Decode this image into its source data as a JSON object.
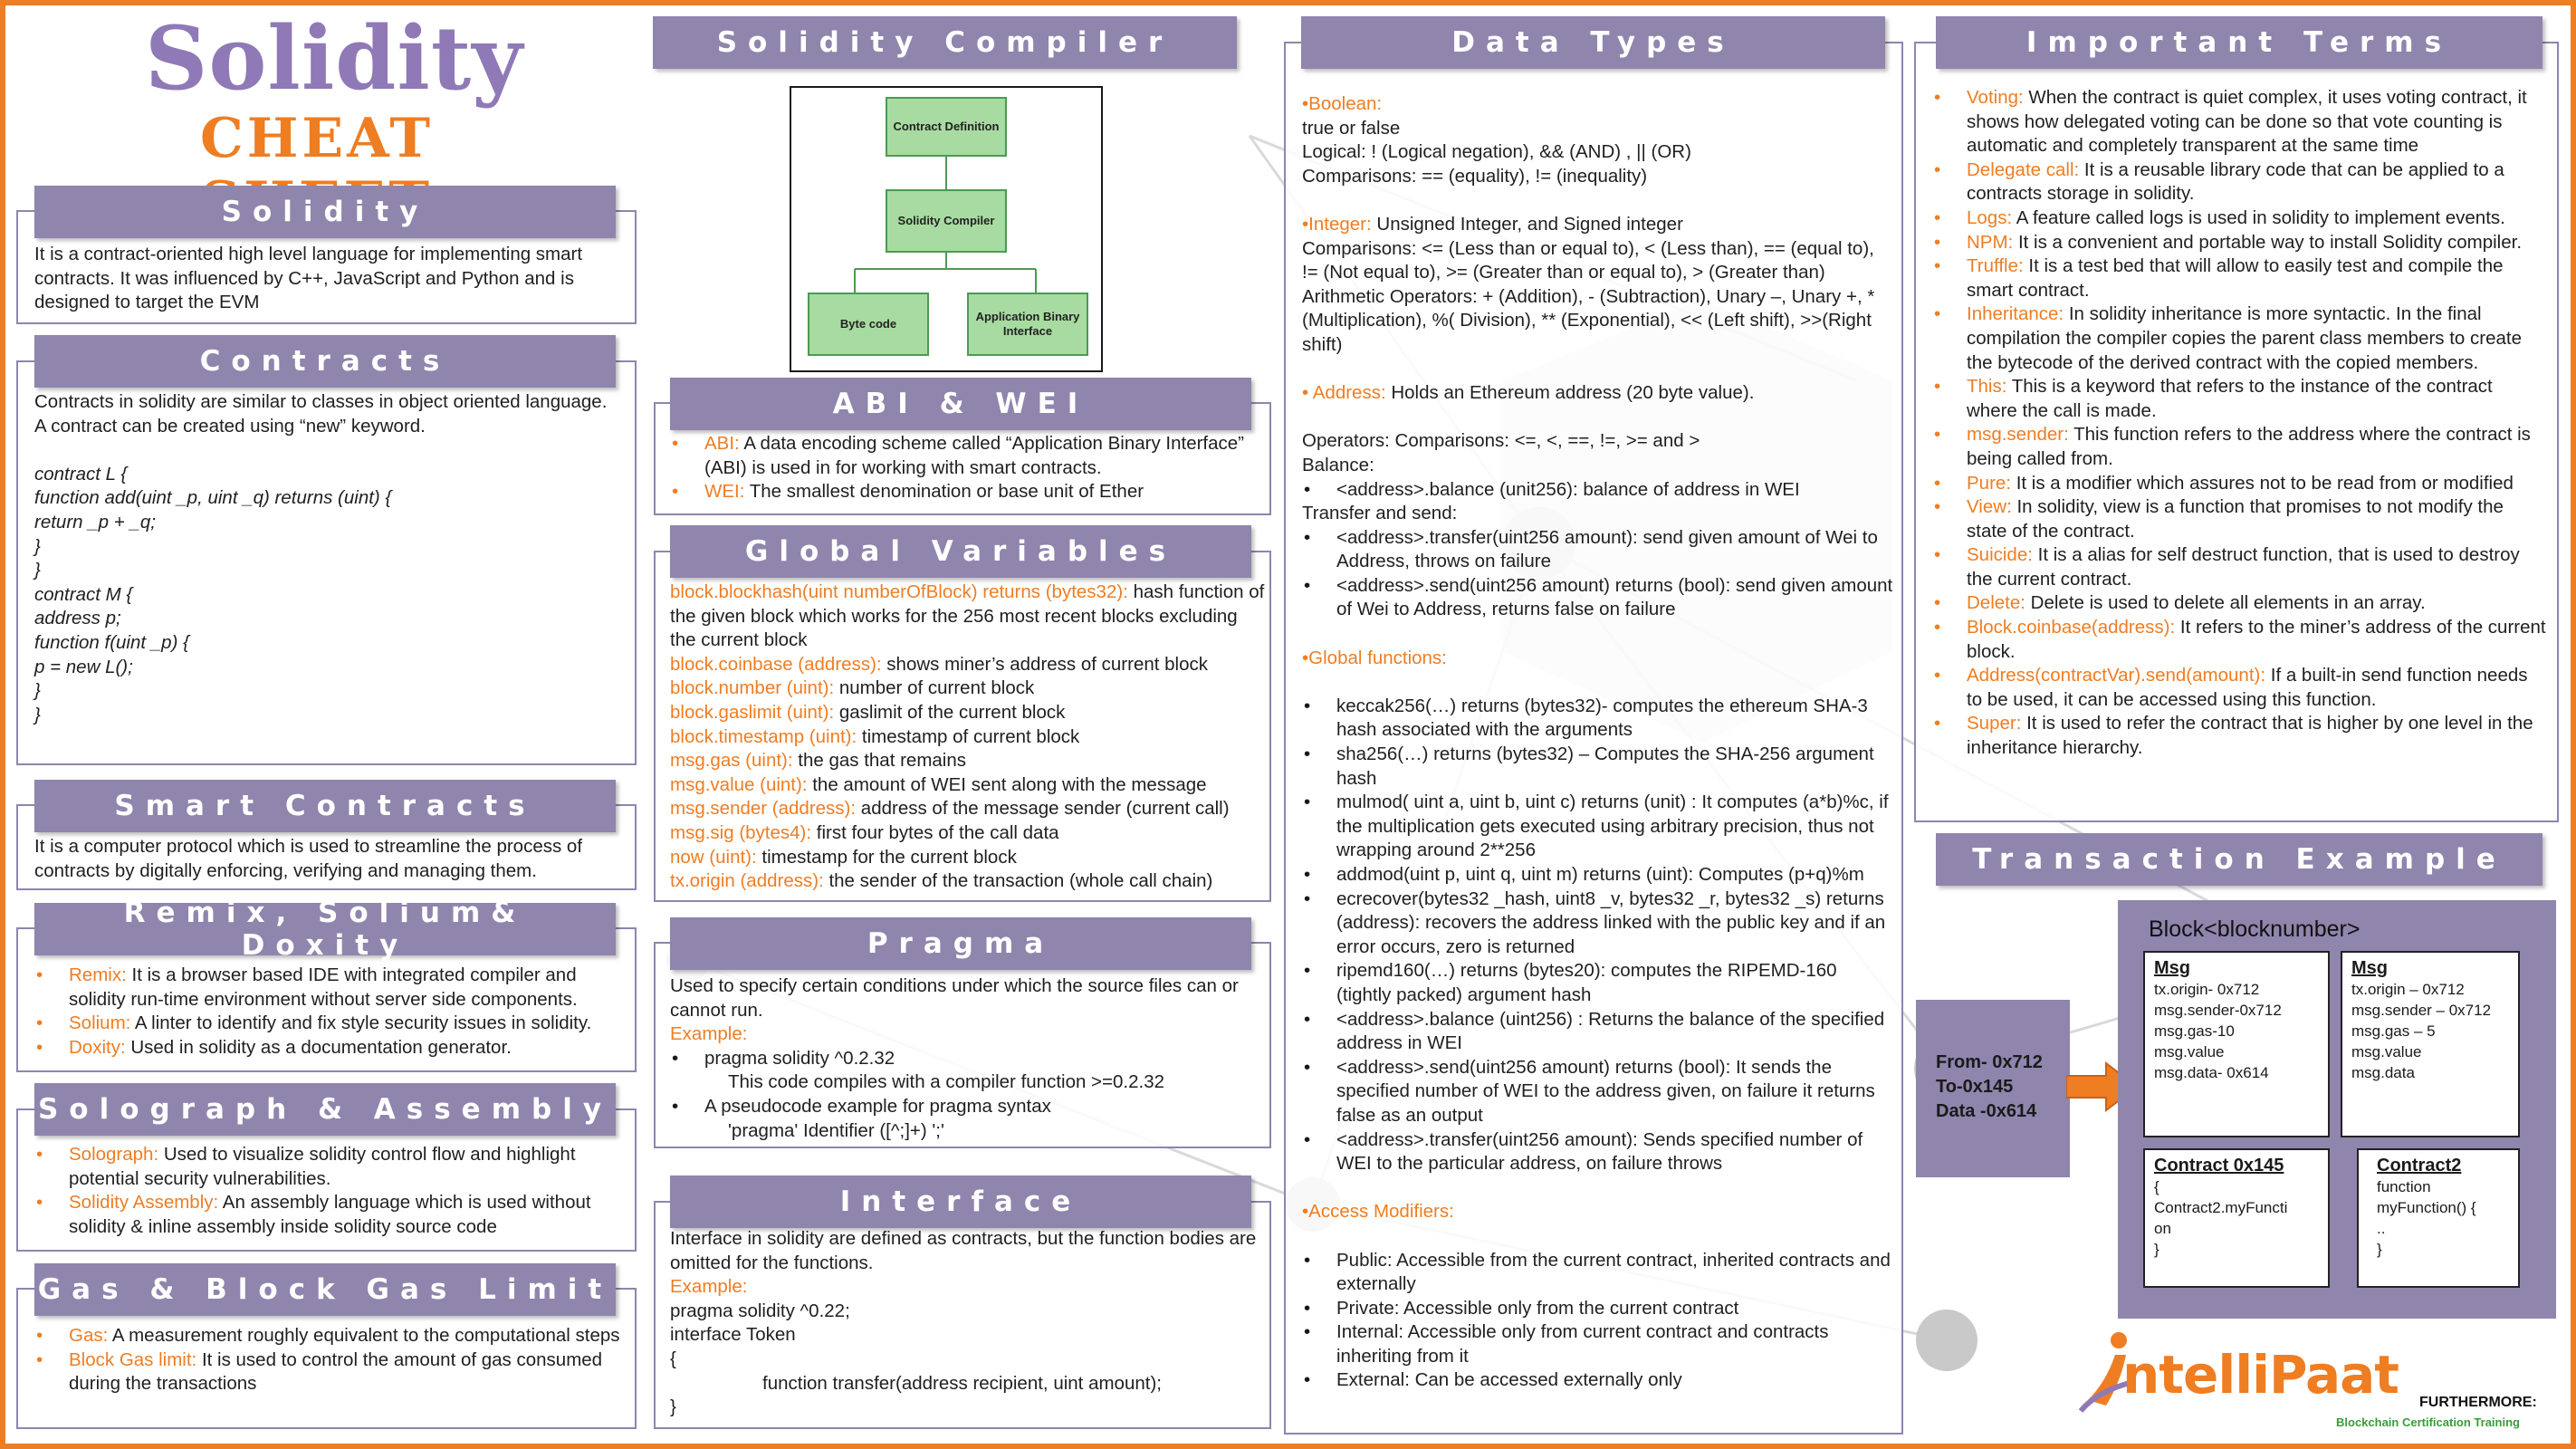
{
  "title": {
    "line1": "Solidity",
    "line2": "CHEAT SHEET"
  },
  "solidity": {
    "heading": "Solidity",
    "body": "It is a contract-oriented high level language for implementing smart contracts. It was influenced by C++, JavaScript and Python and is designed to target the EVM"
  },
  "contracts": {
    "heading": "Contracts",
    "intro": [
      "Contracts in solidity are similar to classes in object oriented language.",
      "A contract can be created using “new” keyword."
    ],
    "code": [
      "contract L {",
      "function add(uint _p, uint _q) returns (uint) {",
      "return _p + _q;",
      "}",
      "}",
      "contract M {",
      "address p;",
      "function f(uint _p) {",
      "p = new L();",
      "}",
      "}"
    ]
  },
  "smart_contracts": {
    "heading": "Smart Contracts",
    "body": "It is a computer protocol which is used to streamline the process of contracts by digitally enforcing, verifying and managing them."
  },
  "remix": {
    "heading": "Remix, Solium& Doxity",
    "items": [
      {
        "term": "Remix:",
        "desc": " It is a browser based IDE with integrated compiler and solidity run-time environment without server side components."
      },
      {
        "term": "Solium:",
        "desc": " A linter to identify and fix style security issues in solidity."
      },
      {
        "term": "Doxity:",
        "desc": " Used in solidity as a documentation generator."
      }
    ]
  },
  "solograph": {
    "heading": "Solograph & Assembly",
    "items": [
      {
        "term": "Solograph:",
        "desc": " Used to visualize solidity control flow and highlight potential security vulnerabilities."
      },
      {
        "term": "Solidity Assembly:",
        "desc": " An assembly language which is used without solidity & inline assembly inside solidity source code"
      }
    ]
  },
  "gas": {
    "heading": "Gas & Block Gas Limit",
    "items": [
      {
        "term": "Gas:",
        "desc": " A measurement roughly equivalent to the computational steps"
      },
      {
        "term": "Block Gas limit:",
        "desc": " It is used to control the amount of gas consumed during the transactions"
      }
    ]
  },
  "compiler": {
    "heading": "Solidity Compiler",
    "nodes": [
      "Contract Definition",
      "Solidity Compiler",
      "Byte code",
      "Application Binary Interface"
    ]
  },
  "abi": {
    "heading": "ABI & WEI",
    "items": [
      {
        "term": "ABI:",
        "desc": " A data encoding scheme called “Application Binary Interface” (ABI) is used in for working with smart contracts."
      },
      {
        "term": "WEI:",
        "desc": " The smallest denomination or base unit of Ether"
      }
    ]
  },
  "global_vars": {
    "heading": "Global Variables",
    "items": [
      {
        "term": "block.blockhash(uint numberOfBlock) returns (bytes32):",
        "desc": " hash function of the given block which works for the 256 most recent blocks excluding the current block"
      },
      {
        "term": "block.coinbase (address):",
        "desc": " shows miner’s address of current block"
      },
      {
        "term": "block.number (uint):",
        "desc": " number of current block"
      },
      {
        "term": "block.gaslimit (uint):",
        "desc": " gaslimit of the current block"
      },
      {
        "term": "block.timestamp (uint):",
        "desc": " timestamp of current block"
      },
      {
        "term": "msg.gas (uint):",
        "desc": " the gas that remains"
      },
      {
        "term": "msg.value (uint):",
        "desc": " the amount of WEI sent along with the message"
      },
      {
        "term": "msg.sender (address):",
        "desc": " address of the message sender (current call)"
      },
      {
        "term": "msg.sig (bytes4):",
        "desc": " first four bytes of the call data"
      },
      {
        "term": "now (uint):",
        "desc": " timestamp for the current block"
      },
      {
        "term": "tx.origin (address):",
        "desc": " the sender of the transaction (whole call chain)"
      }
    ]
  },
  "pragma": {
    "heading": "Pragma",
    "body": "Used to specify certain conditions under which the source files can or cannot run.",
    "example_label": "Example:",
    "b1": "pragma solidity ^0.2.32",
    "b1_sub": "This code compiles with a compiler function >=0.2.32",
    "b2": "A pseudocode example for pragma syntax",
    "b2_sub": "'pragma' Identifier ([^;]+) ';'"
  },
  "interface": {
    "heading": "Interface",
    "body": "Interface in solidity are defined as contracts, but the function bodies are omitted for the functions.",
    "example_label": "Example:",
    "code": [
      "pragma solidity ^0.22;",
      "interface Token",
      "{",
      "function transfer(address recipient, uint amount);",
      "}"
    ]
  },
  "data_types": {
    "heading": "Data Types",
    "boolean_label": "•Boolean:",
    "boolean_lines": [
      "true or false",
      "Logical: ! (Logical negation),  && (AND) ,  || (OR)",
      "Comparisons: == (equality), != (inequality)"
    ],
    "integer_label": "•Integer:",
    "integer_desc": " Unsigned Integer, and Signed integer",
    "integer_lines": [
      "Comparisons: <= (Less than or equal to), < (Less than), == (equal to), != (Not equal to), >= (Greater than or equal to), > (Greater than)",
      "Arithmetic Operators: + (Addition), - (Subtraction), Unary –, Unary +, *(Multiplication), %( Division), ** (Exponential), << (Left shift), >>(Right shift)"
    ],
    "address_label": "• Address:",
    "address_desc": " Holds an Ethereum address (20 byte value).",
    "operators": "Operators: Comparisons: <=, <, ==, !=, >= and >",
    "balance_label": "Balance:",
    "balance_items": [
      "<address>.balance (unit256): balance of address in WEI"
    ],
    "transfer_label": "Transfer and send:",
    "transfer_items": [
      "<address>.transfer(uint256 amount): send given amount of Wei to Address, throws on failure",
      "<address>.send(uint256 amount) returns (bool): send given amount of Wei to Address, returns false on failure"
    ],
    "global_label": "•Global functions:",
    "global_items": [
      "keccak256(…) returns (bytes32)- computes the ethereum SHA-3 hash associated with the arguments",
      "sha256(…) returns (bytes32) – Computes the SHA-256 argument hash",
      "mulmod( uint a, uint b, uint c) returns (unit) : It computes (a*b)%c, if the multiplication gets executed using arbitrary precision, thus not wrapping around 2**256",
      "addmod(uint p, uint q, uint m) returns (uint): Computes (p+q)%m",
      "ecrecover(bytes32 _hash, uint8 _v, bytes32 _r, bytes32 _s) returns (address): recovers the address linked with the public key and if an error occurs, zero is returned",
      "ripemd160(…) returns (bytes20): computes the RIPEMD-160 (tightly packed) argument hash",
      "<address>.balance (uint256) : Returns the balance of the specified address in WEI",
      "<address>.send(uint256 amount) returns (bool): It sends the specified number of WEI to the address given, on failure it returns false as an output",
      "<address>.transfer(uint256 amount): Sends specified number of WEI to the particular address, on failure throws"
    ],
    "access_label": "•Access Modifiers:",
    "access_items": [
      "Public: Accessible from the current contract, inherited contracts and externally",
      "Private: Accessible only from the current contract",
      "Internal: Accessible only from current contract and contracts inheriting from it",
      "External: Can be accessed externally only"
    ]
  },
  "terms": {
    "heading": "Important Terms",
    "items": [
      {
        "term": "Voting:",
        "desc": " When the contract is quiet complex, it uses voting contract, it shows how delegated voting can be done so that vote counting is automatic and completely transparent at the same time"
      },
      {
        "term": "Delegate call:",
        "desc": " It is a reusable library code that can be applied to a contracts storage in solidity."
      },
      {
        "term": "Logs:",
        "desc": " A feature called logs is used in solidity to implement events."
      },
      {
        "term": "NPM:",
        "desc": " It is a convenient and portable way to install Solidity compiler."
      },
      {
        "term": "Truffle:",
        "desc": " It is a test bed that will allow to easily test and compile the smart contract."
      },
      {
        "term": "Inheritance:",
        "desc": " In solidity inheritance is more syntactic. In the final compilation the compiler copies the parent class members to create the bytecode of the derived contract with the copied members."
      },
      {
        "term": "This:",
        "desc": " This is a keyword that refers to the instance of the contract where the call is made."
      },
      {
        "term": "msg.sender:",
        "desc": " This function refers to the address where the contract is being called from."
      },
      {
        "term": "Pure:",
        "desc": " It is a modifier which assures not to be read from or modified"
      },
      {
        "term": "View:",
        "desc": " In solidity, view is a function that promises to not modify the state of the contract."
      },
      {
        "term": "Suicide:",
        "desc": " It is a alias for self destruct function, that is used to destroy the current contract."
      },
      {
        "term": "Delete:",
        "desc": " Delete is used to delete all elements in an array."
      },
      {
        "term": "Block.coinbase(address):",
        "desc": " It refers to the miner’s address of the current block."
      },
      {
        "term": "Address(contractVar).send(amount):",
        "desc": " If a built-in send function needs to be used, it can be accessed using this function."
      },
      {
        "term": "Super:",
        "desc": " It is used to refer the contract that is higher by one level in the inheritance hierarchy."
      }
    ]
  },
  "transaction": {
    "heading": "Transaction Example",
    "from_lines": [
      "From- 0x712",
      "To-0x145",
      "Data -0x614"
    ],
    "block_title": "Block<blocknumber>",
    "msg1": {
      "title": "Msg",
      "lines": [
        "tx.origin- 0x712",
        "msg.sender-0x712",
        "msg.gas-10",
        "msg.value",
        "msg.data- 0x614"
      ]
    },
    "msg2": {
      "title": "Msg",
      "lines": [
        "tx.origin – 0x712",
        "msg.sender – 0x712",
        "msg.gas – 5",
        "msg.value",
        "msg.data"
      ]
    },
    "c1": {
      "title": "Contract 0x145",
      "lines": [
        "{",
        "Contract2.myFuncti",
        "on",
        "}"
      ]
    },
    "c2": {
      "title": "Contract2",
      "lines": [
        "function",
        "myFunction() {",
        "..",
        "}"
      ]
    }
  },
  "footer": {
    "logo": "ntelliPaat",
    "furthermore": "FURTHERMORE:",
    "training": "Blockchain Certification Training"
  },
  "colors": {
    "accent": "#ef7d22",
    "header": "#8f85ad",
    "title": "#8f79b6"
  }
}
